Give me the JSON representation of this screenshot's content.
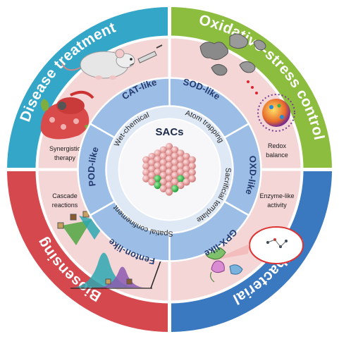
{
  "colors": {
    "disease": "#34a7c9",
    "oxidative": "#8cbd3e",
    "antibacterial": "#3a78c0",
    "biosensing": "#d4484e",
    "inner_fill": "#f4d6d6",
    "ring_blue": "#9bbde6",
    "ring_light": "#dfe9f6",
    "sphere": "#eaa3a3",
    "green_site": "#35c24a"
  },
  "quadrants": {
    "disease_treatment": "Disease treatment",
    "oxidative_stress_control": "Oxidative-stress control",
    "antibacterial": "Antibacterial",
    "biosensing": "Biosensing"
  },
  "captions": {
    "synergistic": [
      "Synergistic",
      "therapy"
    ],
    "redox": [
      "Redox",
      "balance"
    ],
    "cascade": [
      "Cascade",
      "reactions"
    ],
    "enzyme_like": [
      "Enzyme-like",
      "activity"
    ]
  },
  "enzyme_ring": {
    "cat": "CAT-like",
    "sod": "SOD-like",
    "oxd": "OXD-like",
    "gpx": "GPX-like",
    "fenton": "Fenton-like",
    "pod": "POD-like"
  },
  "synthesis_ring": {
    "wet_chemical": "Wet-chemical",
    "atom_trapping": "Atom trapping",
    "sacrificial_template": "Sacrificial template",
    "spatial_confinement": "Spatial confinement"
  },
  "core": {
    "label": "SACs"
  },
  "icons": [
    "mouse-icon",
    "syringe-icon",
    "tumor-icon",
    "particle-icon",
    "nanoparticle-icon",
    "cone-icon",
    "peak-icon",
    "molecule-icon",
    "bacteria-icon"
  ]
}
